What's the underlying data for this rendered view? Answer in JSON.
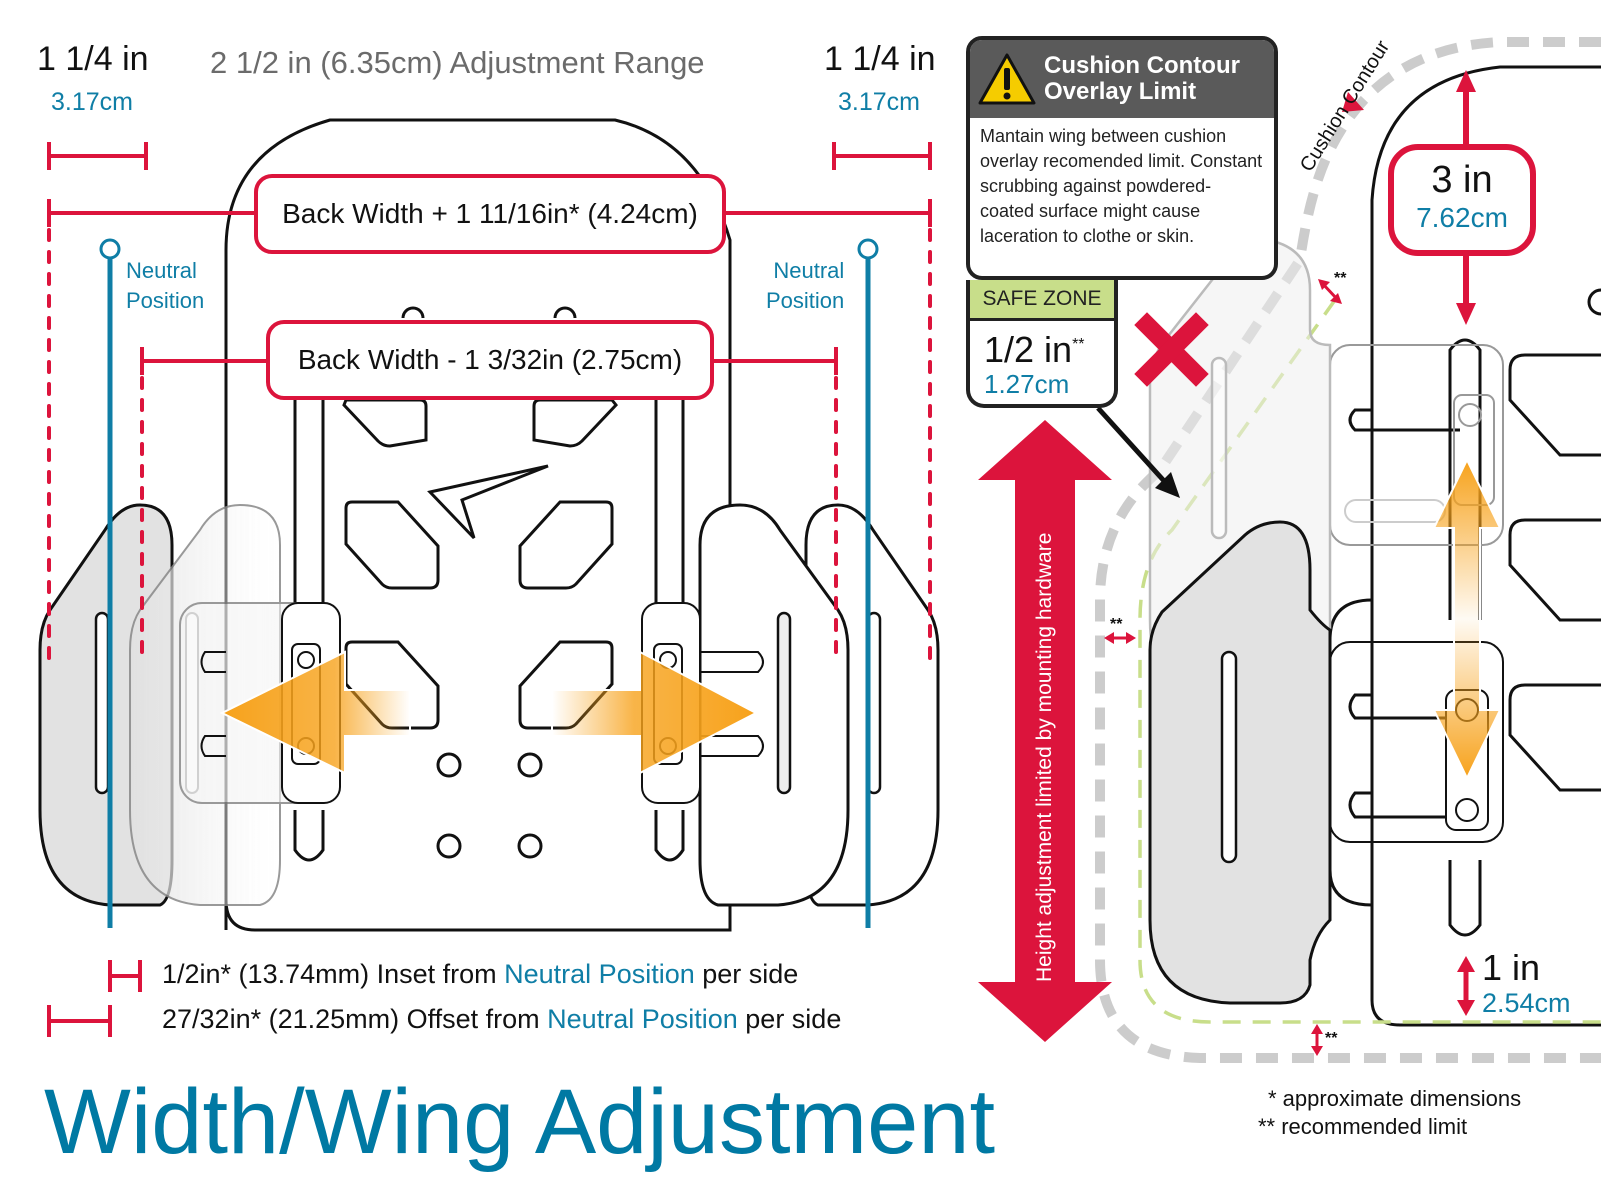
{
  "title": "Width/Wing Adjustment",
  "top": {
    "left_dim": {
      "inches": "1 1/4 in",
      "cm": "3.17cm"
    },
    "right_dim": {
      "inches": "1 1/4 in",
      "cm": "3.17cm"
    },
    "range_label": "2 1/2 in (6.35cm) Adjustment Range"
  },
  "pills": {
    "back_width_plus": "Back Width + 1 11/16in* (4.24cm)",
    "back_width_minus": "Back Width - 1 3/32in (2.75cm)"
  },
  "neutral": {
    "left": [
      "Neutral",
      "Position"
    ],
    "right": [
      "Neutral",
      "Position"
    ]
  },
  "legend": [
    {
      "prefix": "1/2in* (13.74mm) Inset from ",
      "highlight": "Neutral Position",
      "suffix": " per side"
    },
    {
      "prefix": "27/32in* (21.25mm) Offset from ",
      "highlight": "Neutral Position",
      "suffix": " per side"
    }
  ],
  "warning": {
    "icon": "warning-triangle-icon",
    "title_line1": "Cushion Contour",
    "title_line2": "Overlay Limit",
    "body": "Mantain wing between cushion overlay recomended limit. Constant scrubbing against powdered-coated surface might cause laceration to clothe or skin."
  },
  "safe_zone": {
    "label": "SAFE ZONE",
    "inches": "1/2 in",
    "mark": "**",
    "cm": "1.27cm"
  },
  "height_arrow_label": "Height adjustment limited by mounting hardware",
  "cushion_contour_label": "Cushion Contour",
  "three_in": {
    "inches": "3 in",
    "cm": "7.62cm"
  },
  "one_in": {
    "inches": "1 in",
    "cm": "2.54cm"
  },
  "limit_marks": [
    "**",
    "**",
    "**"
  ],
  "footnotes": [
    "* approximate dimensions",
    "** recommended limit"
  ],
  "colors": {
    "red": "#dc143c",
    "blue": "#0f7ea6",
    "title_blue": "#0079a3",
    "orange": "#f7a21b",
    "safe_green": "#c8de8a",
    "contour_gray": "#cccccc",
    "warn_header": "#5a5a5a",
    "warn_yellow": "#f5cc00"
  }
}
